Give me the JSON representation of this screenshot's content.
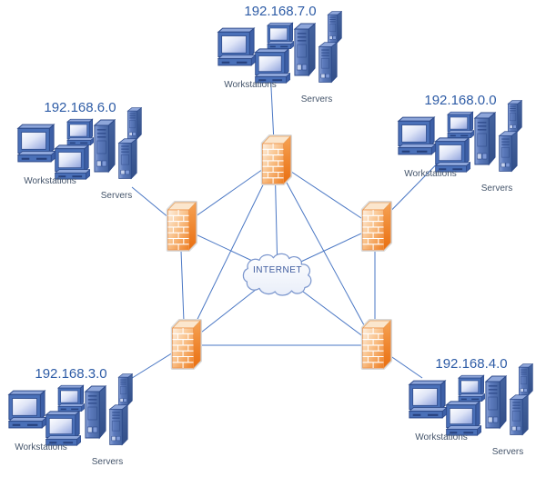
{
  "internet": {
    "label": "INTERNET"
  },
  "clusters": [
    {
      "position": "top",
      "network": "192.168.7.0",
      "workstations_label": "Workstations",
      "servers_label": "Servers"
    },
    {
      "position": "left",
      "network": "192.168.6.0",
      "workstations_label": "Workstations",
      "servers_label": "Servers"
    },
    {
      "position": "right",
      "network": "192.168.0.0",
      "workstations_label": "Workstations",
      "servers_label": "Servers"
    },
    {
      "position": "bottom_left",
      "network": "192.168.3.0",
      "workstations_label": "Workstations",
      "servers_label": "Servers"
    },
    {
      "position": "bottom_right",
      "network": "192.168.4.0",
      "workstations_label": "Workstations",
      "servers_label": "Servers"
    }
  ],
  "icons": {
    "firewall": "brick-wall-firewall-icon",
    "workstation": "desktop-computer-icon",
    "server": "server-tower-icon",
    "internet": "cloud-icon"
  },
  "connections": [
    {
      "from": "firewall-top",
      "to": "firewall-left"
    },
    {
      "from": "firewall-top",
      "to": "firewall-right"
    },
    {
      "from": "firewall-top",
      "to": "firewall-bottom-left"
    },
    {
      "from": "firewall-top",
      "to": "firewall-bottom-right"
    },
    {
      "from": "firewall-left",
      "to": "firewall-bottom-left"
    },
    {
      "from": "firewall-right",
      "to": "firewall-bottom-right"
    },
    {
      "from": "firewall-bottom-left",
      "to": "firewall-bottom-right"
    },
    {
      "from": "firewall-top",
      "to": "internet"
    },
    {
      "from": "firewall-left",
      "to": "internet"
    },
    {
      "from": "firewall-right",
      "to": "internet"
    },
    {
      "from": "firewall-bottom-left",
      "to": "internet"
    },
    {
      "from": "firewall-bottom-right",
      "to": "internet"
    },
    {
      "from": "firewall-top",
      "to": "cluster-192.168.7.0"
    },
    {
      "from": "firewall-left",
      "to": "cluster-192.168.6.0"
    },
    {
      "from": "firewall-right",
      "to": "cluster-192.168.0.0"
    },
    {
      "from": "firewall-bottom-left",
      "to": "cluster-192.168.3.0"
    },
    {
      "from": "firewall-bottom-right",
      "to": "cluster-192.168.4.0"
    }
  ],
  "colors": {
    "connector_blue": "#4a77c4",
    "firewall_orange": "#ee7e22",
    "device_blue": "#4a70b8",
    "network_label_blue": "#2e5ca6",
    "device_label_gray": "#44546a",
    "cloud_stroke_blue": "#7c97ce"
  }
}
